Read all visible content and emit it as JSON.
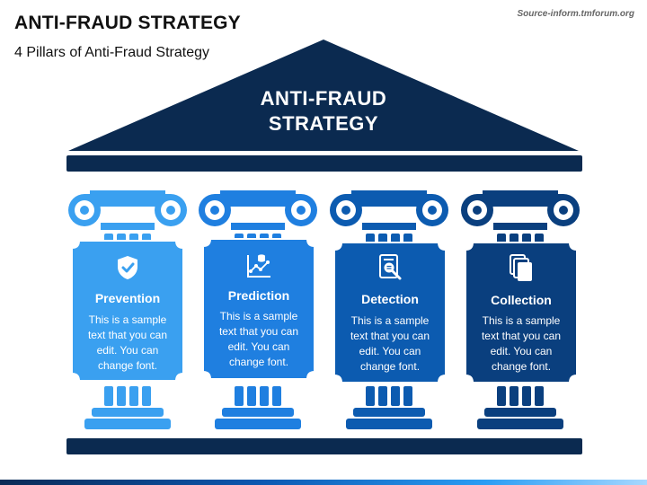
{
  "header": {
    "title": "ANTI-FRAUD STRATEGY",
    "subtitle": "4 Pillars of Anti-Fraud Strategy",
    "source": "Source-inform.tmforum.org"
  },
  "roof": {
    "line1": "ANTI-FRAUD",
    "line2": "STRATEGY"
  },
  "pillars": [
    {
      "label": "Prevention",
      "icon": "shield-check-icon",
      "text": "This is a sample text that you can edit. You can change font.",
      "color": "#3aa0f0"
    },
    {
      "label": "Prediction",
      "icon": "chart-analytics-icon",
      "text": "This is a sample text that you can edit. You can change font.",
      "color": "#1f7fe0"
    },
    {
      "label": "Detection",
      "icon": "document-search-icon",
      "text": "This is a sample text that you can edit. You can change font.",
      "color": "#0c5bb0"
    },
    {
      "label": "Collection",
      "icon": "documents-stack-icon",
      "text": "This is a sample text that you can edit. You can change font.",
      "color": "#0a3f7e"
    }
  ],
  "colors": {
    "navy": "#0b2a50",
    "pillar_1": "#3aa0f0",
    "pillar_2": "#1f7fe0",
    "pillar_3": "#0c5bb0",
    "pillar_4": "#0a3f7e"
  }
}
